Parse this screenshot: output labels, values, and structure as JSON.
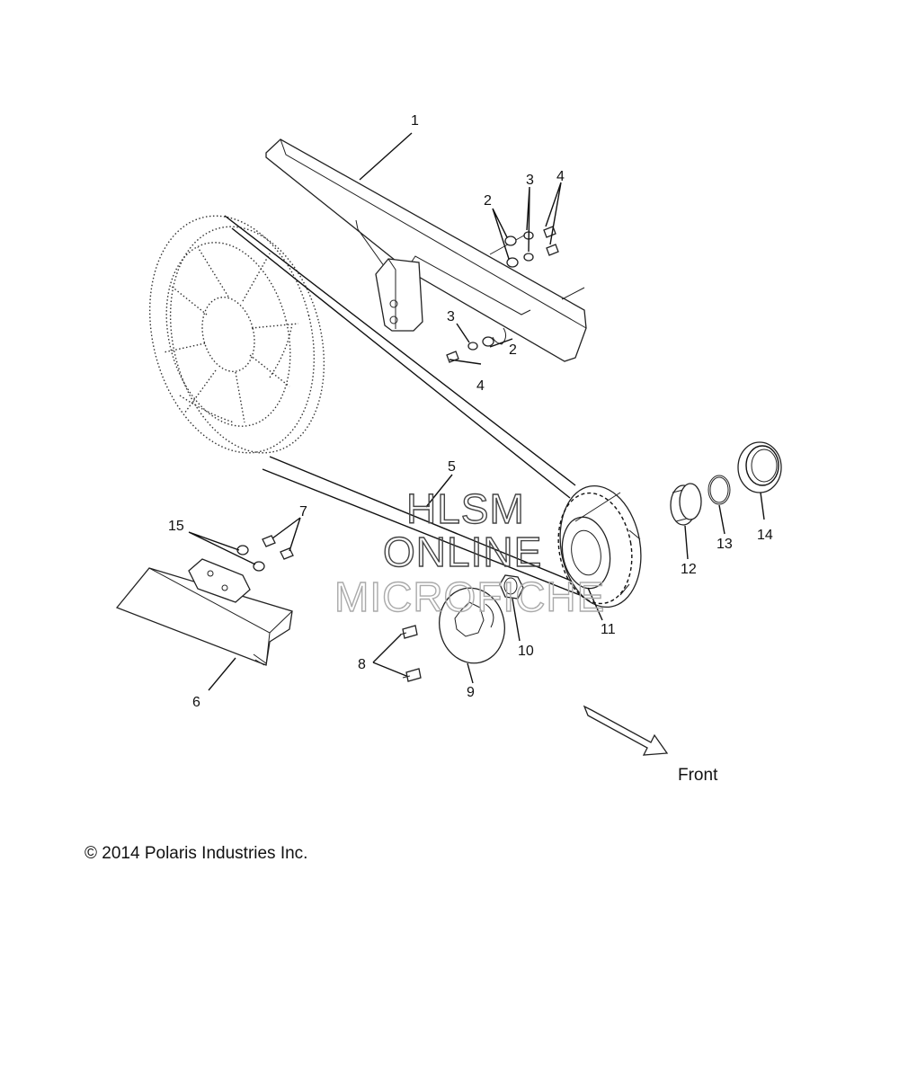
{
  "callouts": [
    "1",
    "2",
    "3",
    "4",
    "3",
    "4",
    "2",
    "5",
    "7",
    "15",
    "6",
    "8",
    "9",
    "10",
    "11",
    "12",
    "13",
    "14"
  ],
  "watermark": [
    "HLSM",
    "ONLINE",
    "MICROFICHE"
  ],
  "direction_label": "Front",
  "copyright": "© 2014 Polaris Industries Inc."
}
